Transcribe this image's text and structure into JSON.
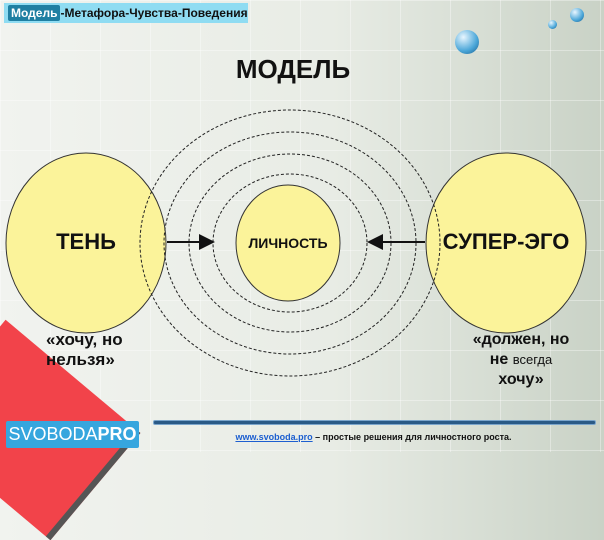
{
  "header": {
    "highlight": "Модель",
    "rest": "-Метафора-Чувства-Поведения"
  },
  "title": "МОДЕЛЬ",
  "diagram": {
    "left": {
      "label": "ТЕНЬ",
      "quote": "«хочу, но нельзя»"
    },
    "center": {
      "label": "ЛИЧНОСТЬ"
    },
    "right": {
      "label": "СУПЕР-ЭГО",
      "quote_bold": "«должен, но не",
      "quote_small": "всегда",
      "quote_end": "хочу»"
    },
    "colors": {
      "circle_fill": "#fbf39a",
      "stroke": "#333333"
    }
  },
  "footer": {
    "logo_a": "SVOBODA",
    "logo_b": "PRO",
    "link": "www.svoboda.pro",
    "tagline": " – простые решения для личностного роста."
  }
}
